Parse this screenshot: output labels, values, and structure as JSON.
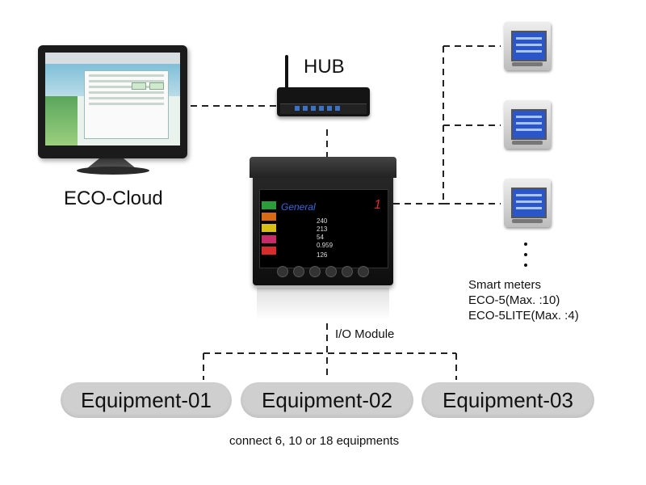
{
  "labels": {
    "hub": "HUB",
    "cloud": "ECO-Cloud",
    "io_module": "I/O Module",
    "meters_title": "Smart meters",
    "meters_line1": "ECO-5(Max. :10)",
    "meters_line2": "ECO-5LITE(Max. :4)",
    "footer": "connect 6, 10 or 18 equipments"
  },
  "equipment": [
    "Equipment-01",
    "Equipment-02",
    "Equipment-03"
  ],
  "device_display": {
    "screen_title": "General",
    "screen_number": "1"
  },
  "colors": {
    "pill_fill": "#cfcfcf",
    "connector": "#222222",
    "meter_screen": "#2a56c9"
  },
  "icons": [
    "desktop-monitor-icon",
    "router-icon",
    "io-module-icon",
    "smart-meter-icon"
  ]
}
